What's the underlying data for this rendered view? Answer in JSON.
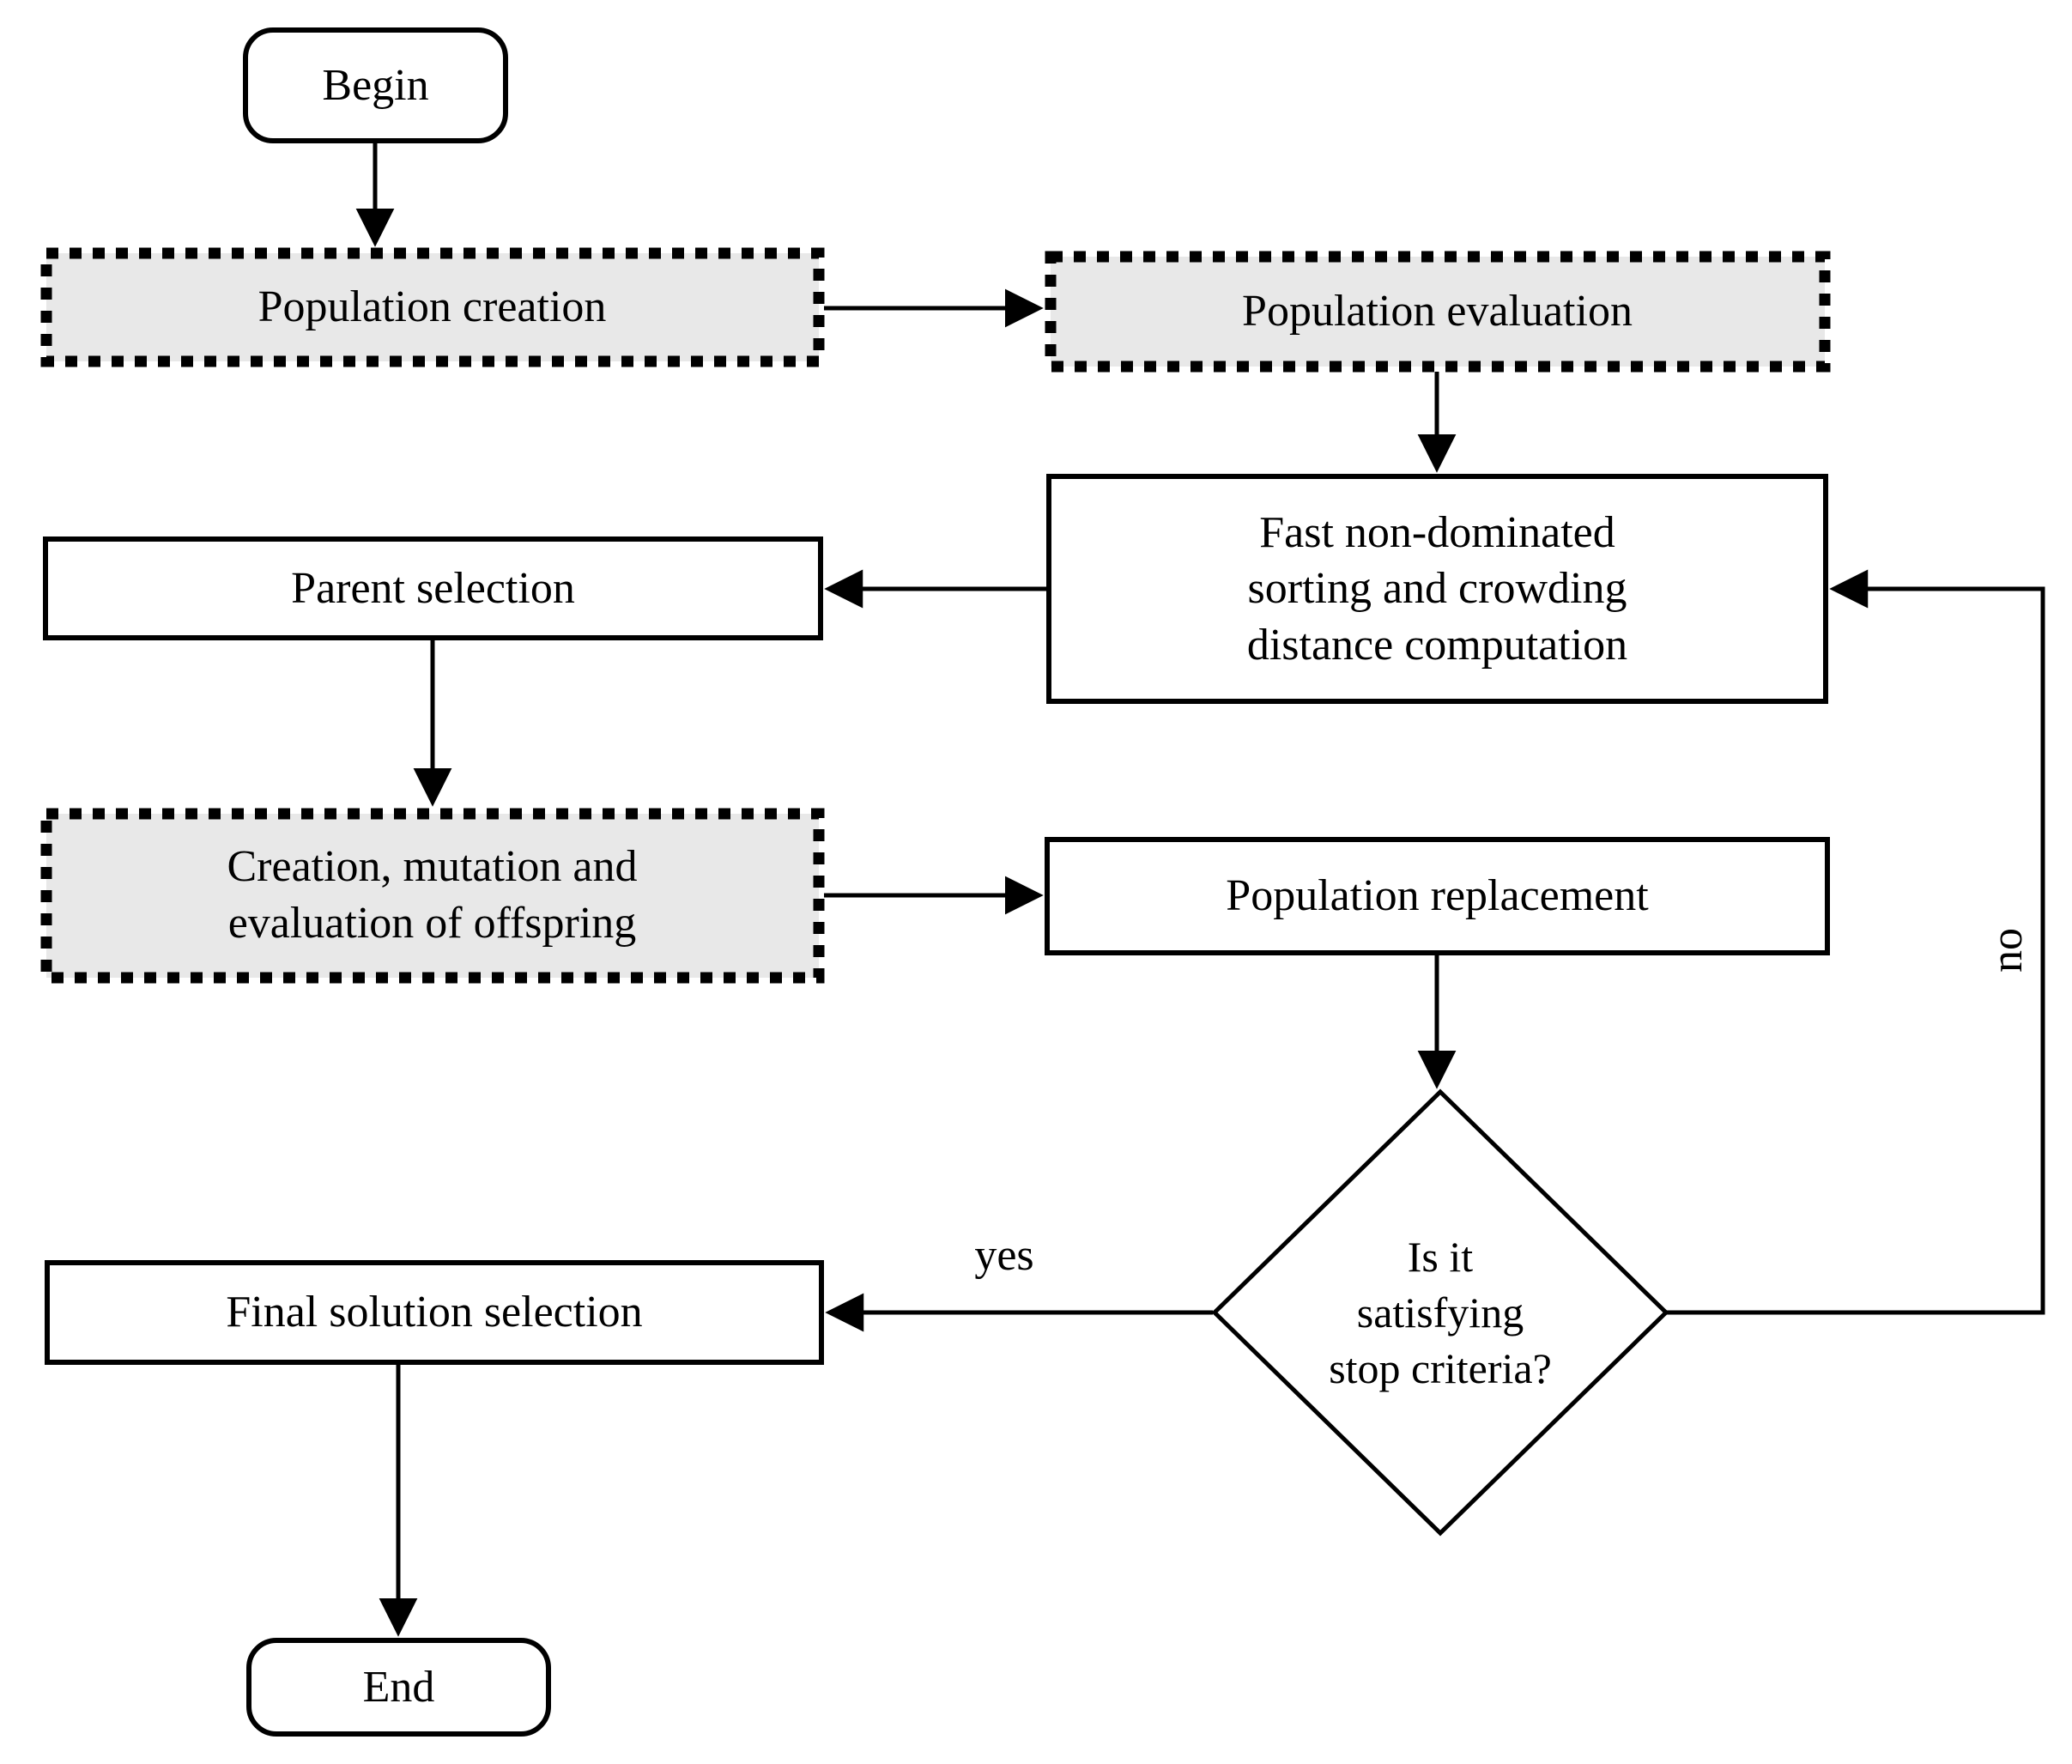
{
  "figure": {
    "type": "flowchart",
    "background_color": "#ffffff",
    "line_color": "#000000",
    "shaded_box_fill": "#e8e8e8"
  },
  "nodes": {
    "begin": {
      "label": "Begin",
      "shape": "rounded-terminator"
    },
    "population_creation": {
      "label": "Population creation",
      "shape": "dotted-shaded-rect"
    },
    "population_evaluation": {
      "label": "Population evaluation",
      "shape": "dotted-shaded-rect"
    },
    "fast_sorting": {
      "label": "Fast non-dominated\nsorting and crowding\ndistance computation",
      "shape": "rect"
    },
    "parent_selection": {
      "label": "Parent selection",
      "shape": "rect"
    },
    "offspring": {
      "label": "Creation, mutation and\nevaluation of offspring",
      "shape": "dotted-shaded-rect"
    },
    "population_replacement": {
      "label": "Population replacement",
      "shape": "rect"
    },
    "stop_criteria": {
      "label": "Is it\nsatisfying\nstop criteria?",
      "shape": "diamond"
    },
    "final_solution": {
      "label": "Final solution selection",
      "shape": "rect"
    },
    "end": {
      "label": "End",
      "shape": "rounded-terminator"
    }
  },
  "edge_labels": {
    "yes": "yes",
    "no": "no"
  }
}
